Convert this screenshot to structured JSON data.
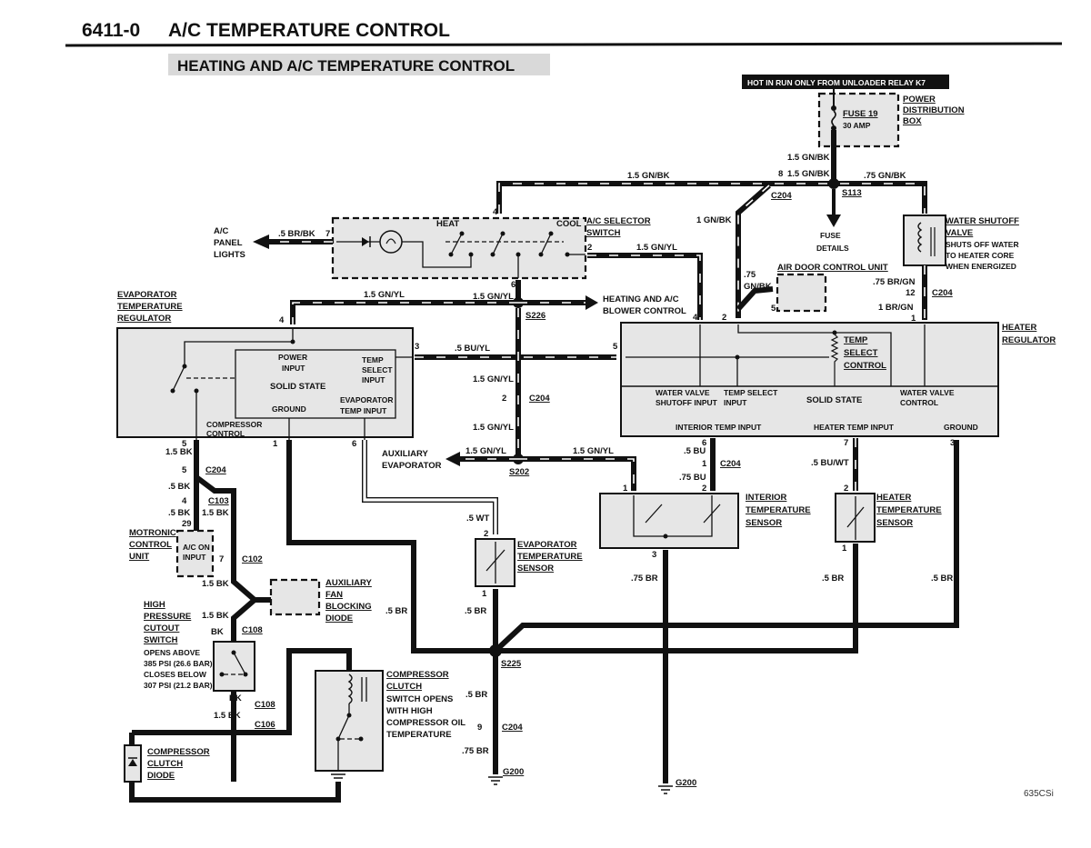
{
  "header": {
    "section_code": "6411-0",
    "section_title": "A/C TEMPERATURE CONTROL",
    "subtitle": "HEATING AND A/C TEMPERATURE CONTROL"
  },
  "footer": {
    "model": "635CSi"
  },
  "power": {
    "banner": "HOT IN RUN ONLY FROM UNLOADER RELAY K7",
    "fuse_name": "FUSE 19",
    "fuse_rating": "30 AMP",
    "box_label": [
      "POWER",
      "DISTRIBUTION",
      "BOX"
    ],
    "fuse_details": [
      "FUSE",
      "DETAILS"
    ]
  },
  "components": {
    "ac_selector": {
      "label": [
        "A/C SELECTOR",
        "SWITCH"
      ],
      "heat": "HEAT",
      "cool": "COOL",
      "pins": {
        "p4": "4",
        "p7": "7",
        "p2": "2",
        "p6": "6"
      }
    },
    "ac_panel_lights": [
      "A/C",
      "PANEL",
      "LIGHTS"
    ],
    "evap_regulator": {
      "label": [
        "EVAPORATOR",
        "TEMPERATURE",
        "REGULATOR"
      ],
      "power_input": [
        "POWER",
        "INPUT"
      ],
      "solid_state": "SOLID STATE",
      "ground": "GROUND",
      "temp_select": [
        "TEMP",
        "SELECT",
        "INPUT"
      ],
      "evap_temp": [
        "EVAPORATOR",
        "TEMP INPUT"
      ],
      "compressor_control": [
        "COMPRESSOR",
        "CONTROL"
      ],
      "pins": {
        "p4": "4",
        "p3": "3",
        "p5": "5",
        "p1": "1",
        "p6": "6"
      }
    },
    "heater_regulator": {
      "label": [
        "HEATER",
        "REGULATOR"
      ],
      "temp_select_control": [
        "TEMP",
        "SELECT",
        "CONTROL"
      ],
      "water_valve_shutoff": [
        "WATER VALVE",
        "SHUTOFF INPUT"
      ],
      "temp_select_input": [
        "TEMP SELECT",
        "INPUT"
      ],
      "solid_state": "SOLID STATE",
      "water_valve_control": [
        "WATER VALVE",
        "CONTROL"
      ],
      "interior_temp_input": "INTERIOR TEMP INPUT",
      "heater_temp_input": "HEATER TEMP INPUT",
      "ground": "GROUND",
      "pins": {
        "p4": "4",
        "p2": "2",
        "p1": "1",
        "p5": "5",
        "p6": "6",
        "p7": "7",
        "p3": "3"
      }
    },
    "water_shutoff_valve": {
      "label": [
        "WATER SHUTOFF",
        "VALVE"
      ],
      "note": [
        "SHUTS OFF WATER",
        "TO HEATER CORE",
        "WHEN ENERGIZED"
      ]
    },
    "air_door_control": {
      "label": "AIR DOOR CONTROL UNIT",
      "pin": "5"
    },
    "blower_control": [
      "HEATING AND A/C",
      "BLOWER CONTROL"
    ],
    "aux_evaporator": [
      "AUXILIARY",
      "EVAPORATOR"
    ],
    "interior_sensor": {
      "label": [
        "INTERIOR",
        "TEMPERATURE",
        "SENSOR"
      ],
      "pins": {
        "p1": "1",
        "p2": "2",
        "p3": "3"
      }
    },
    "heater_sensor": {
      "label": [
        "HEATER",
        "TEMPERATURE",
        "SENSOR"
      ],
      "pins": {
        "p2": "2",
        "p1": "1"
      }
    },
    "evap_sensor": {
      "label": [
        "EVAPORATOR",
        "TEMPERATURE",
        "SENSOR"
      ],
      "pins": {
        "p2": "2",
        "p1": "1"
      }
    },
    "motronic": {
      "label": [
        "MOTRONIC",
        "CONTROL",
        "UNIT"
      ],
      "input": [
        "A/C ON",
        "INPUT"
      ],
      "pin": "29"
    },
    "aux_fan_diode": [
      "AUXILIARY",
      "FAN",
      "BLOCKING",
      "DIODE"
    ],
    "hp_cutout": {
      "label": [
        "HIGH",
        "PRESSURE",
        "CUTOUT",
        "SWITCH"
      ],
      "note": [
        "OPENS ABOVE",
        "385 PSI (26.6 BAR)",
        "CLOSES BELOW",
        "307 PSI (21.2 BAR)"
      ]
    },
    "compressor_clutch": {
      "label": [
        "COMPRESSOR",
        "CLUTCH"
      ],
      "note": [
        "SWITCH OPENS",
        "WITH HIGH",
        "COMPRESSOR OIL",
        "TEMPERATURE"
      ]
    },
    "clutch_diode": [
      "COMPRESSOR",
      "CLUTCH",
      "DIODE"
    ]
  },
  "wires": {
    "gnbk_15": "1.5 GN/BK",
    "gnbk_075": ".75 GN/BK",
    "gnbk_1": "1 GN/BK",
    "gnbk_075_a": ".75",
    "gnbk_075_b": "GN/BK",
    "brbk_05": ".5 BR/BK",
    "gnyl_15": "1.5 GN/YL",
    "buyl_05": ".5 BU/YL",
    "brgn_075": ".75 BR/GN",
    "brgn_1": "1 BR/GN",
    "bu_05": ".5 BU",
    "bu_075": ".75 BU",
    "buwt_05": ".5 BU/WT",
    "br_05": ".5 BR",
    "br_075": ".75 BR",
    "wt_05": ".5 WT",
    "bk_15": "1.5 BK",
    "bk_05": ".5 BK",
    "bk": "BK"
  },
  "connectors": {
    "c204": "C204",
    "c103": "C103",
    "c102": "C102",
    "c108": "C108",
    "c106": "C106",
    "s113": "S113",
    "s226": "S226",
    "s202": "S202",
    "s225": "S225",
    "g200": "G200",
    "pin8": "8",
    "pin12": "12",
    "pin1": "1",
    "pin2": "2",
    "pin5": "5",
    "pin4": "4",
    "pin9": "9",
    "pin7": "7",
    "pin6": "6",
    "pin29": "29"
  }
}
